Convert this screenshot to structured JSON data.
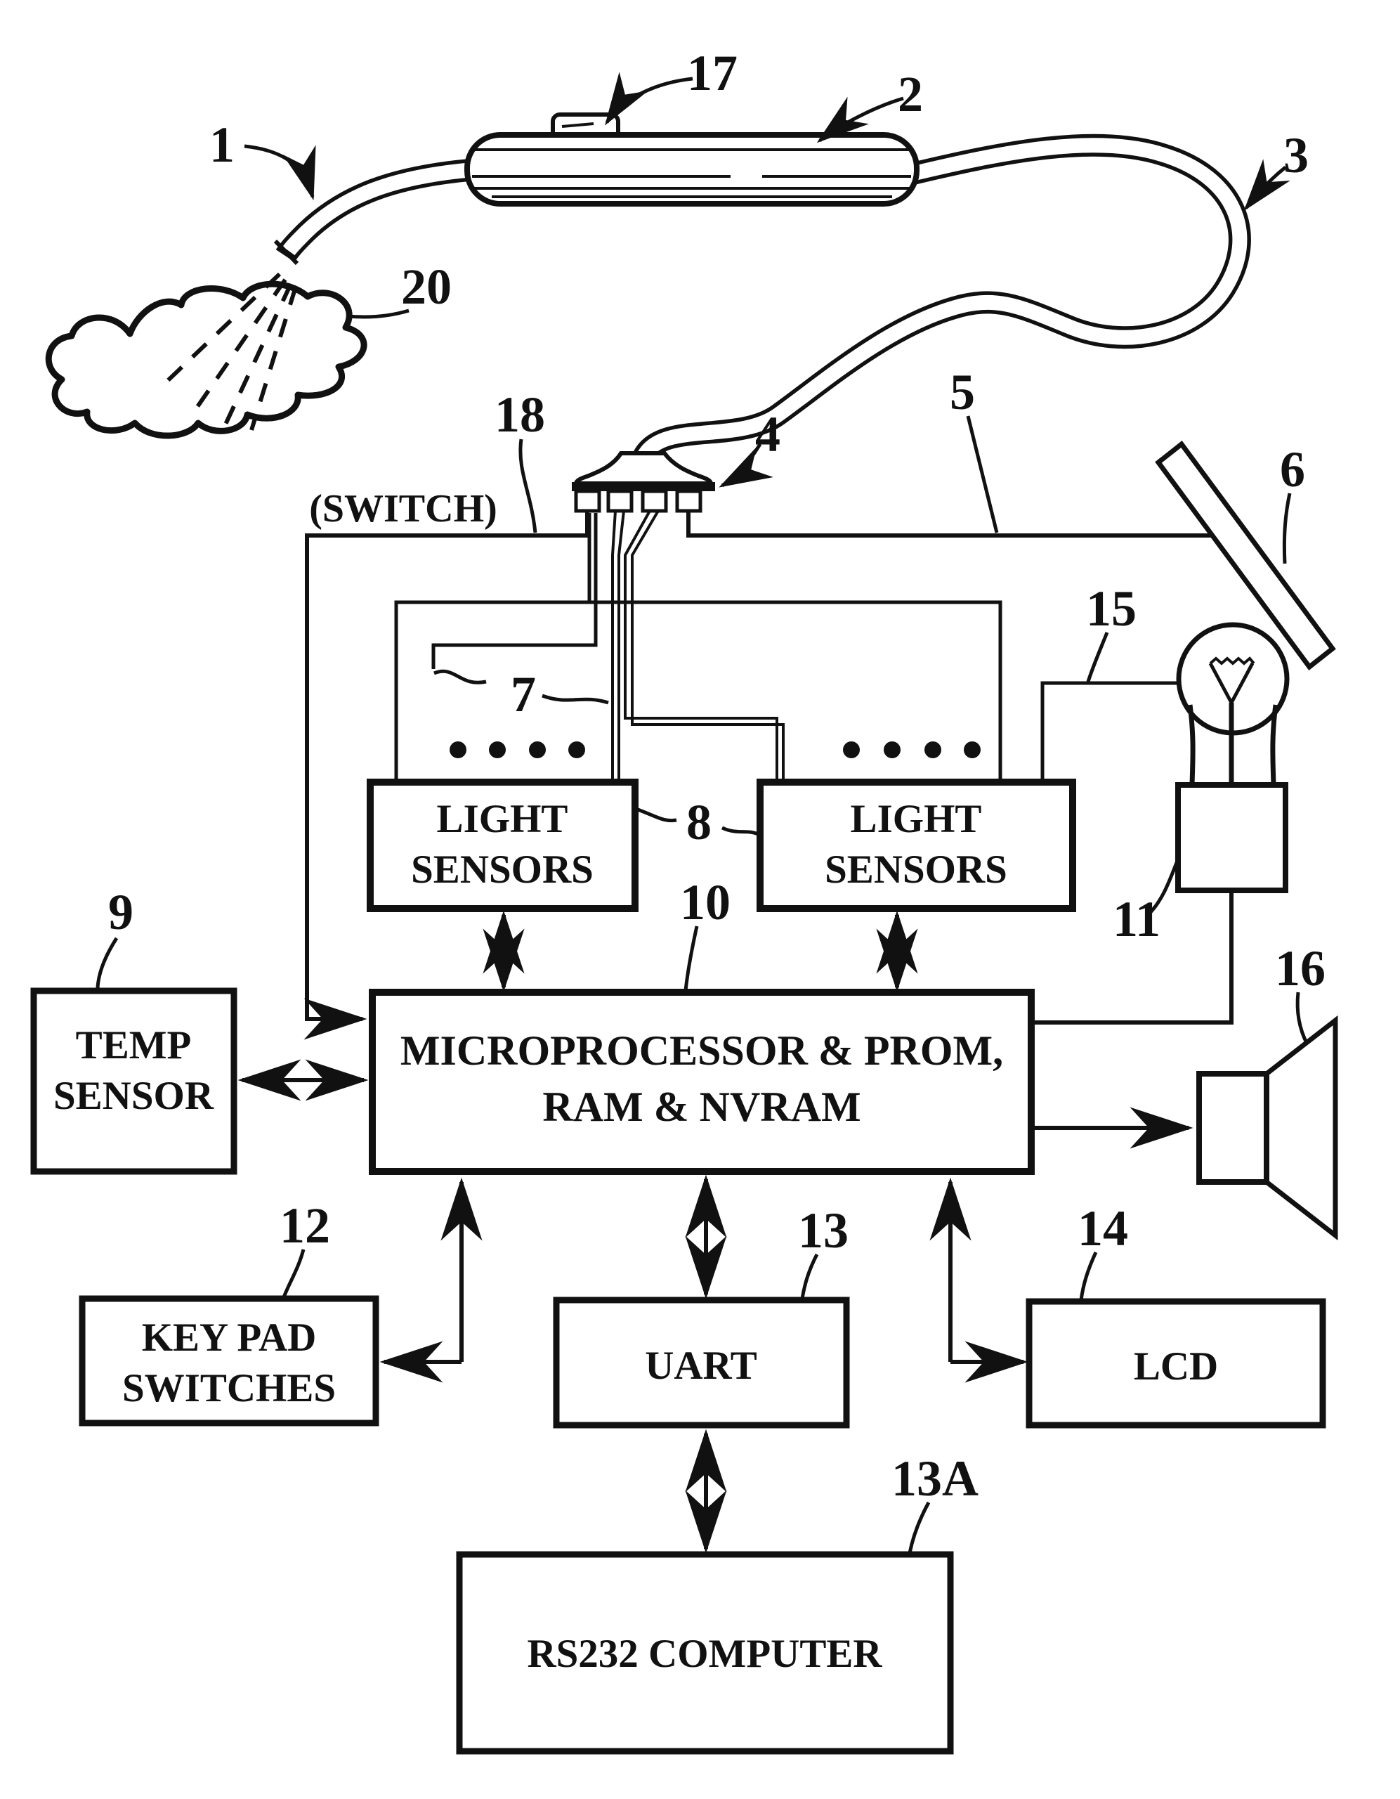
{
  "figure": {
    "type": "patent_block_diagram",
    "annotations": {
      "switch_note": "(SWITCH)"
    },
    "reference_labels": {
      "n1": "1",
      "n2": "2",
      "n3": "3",
      "n4": "4",
      "n5": "5",
      "n6": "6",
      "n7": "7",
      "n8": "8",
      "n9": "9",
      "n10": "10",
      "n11": "11",
      "n12": "12",
      "n13": "13",
      "n13a": "13A",
      "n14": "14",
      "n15": "15",
      "n16": "16",
      "n17": "17",
      "n18": "18",
      "n20": "20"
    },
    "blocks": {
      "temp_sensor": {
        "line1": "TEMP",
        "line2": "SENSOR"
      },
      "light_sensors_left": {
        "line1": "LIGHT",
        "line2": "SENSORS"
      },
      "light_sensors_right": {
        "line1": "LIGHT",
        "line2": "SENSORS"
      },
      "microprocessor": {
        "line1": "MICROPROCESSOR & PROM,",
        "line2": "RAM & NVRAM"
      },
      "keypad": {
        "line1": "KEY PAD",
        "line2": "SWITCHES"
      },
      "uart": {
        "line1": "UART"
      },
      "lcd": {
        "line1": "LCD"
      },
      "rs232": {
        "line1": "RS232 COMPUTER"
      }
    },
    "ink_color": "#111111",
    "background_color": "#ffffff"
  }
}
